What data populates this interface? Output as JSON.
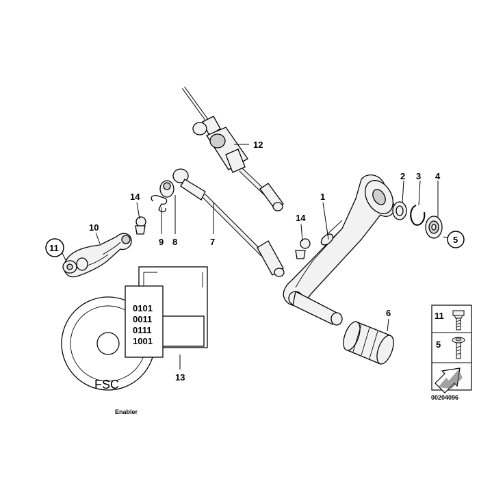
{
  "callouts": {
    "c1": "1",
    "c2": "2",
    "c3": "3",
    "c4": "4",
    "c5": "5",
    "c6": "6",
    "c7": "7",
    "c8": "8",
    "c9": "9",
    "c10": "10",
    "c11": "11",
    "c12": "12",
    "c13": "13",
    "c14a": "14",
    "c14b": "14"
  },
  "disk": {
    "binary_lines": [
      "0101",
      "0011",
      "0111",
      "1001"
    ],
    "label": "FSC",
    "caption": "Enabler"
  },
  "legend": {
    "item_a": "11",
    "item_b": "5"
  },
  "diagram_number": "00204096"
}
